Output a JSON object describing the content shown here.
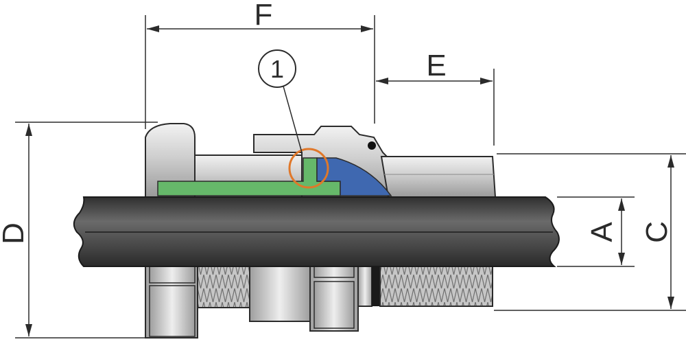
{
  "diagram": {
    "dimension_labels": {
      "F": "F",
      "E": "E",
      "D": "D",
      "A": "A",
      "C": "C"
    },
    "callout": {
      "label": "1"
    },
    "colors": {
      "seal_green": "#66b86a",
      "seal_blue": "#3f68b0",
      "callout_ring": "#e0782a",
      "cable": "#4b4b4b",
      "metal": "#c9c9c9",
      "outline": "#2b2b2b"
    }
  }
}
